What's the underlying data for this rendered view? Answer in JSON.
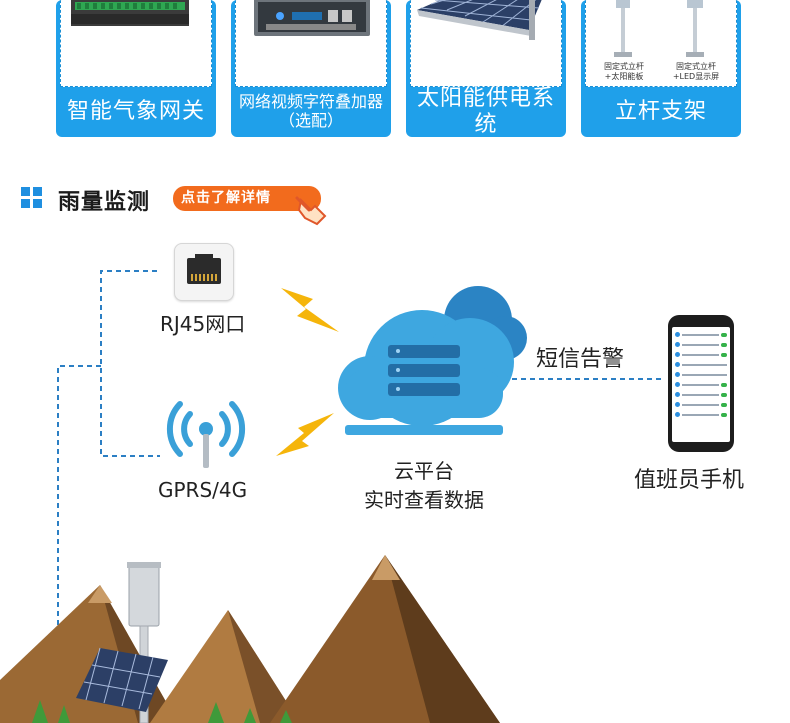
{
  "products": [
    {
      "label": "智能气象网关",
      "icon": "gateway-device-image"
    },
    {
      "label": "网络视频字符叠加器（选配）",
      "icon": "video-overlay-device-image"
    },
    {
      "label": "太阳能供电系统",
      "icon": "solar-panel-image"
    },
    {
      "label": "立杆支架",
      "icon": "mounting-pole-image",
      "captions": [
        {
          "line1": "固定式立杆",
          "line2": "+太阳能板"
        },
        {
          "line1": "固定式立杆",
          "line2": "+LED显示屏"
        }
      ]
    }
  ],
  "section": {
    "title": "雨量监测",
    "detail_button": "点击了解详情"
  },
  "diagram": {
    "rj45_label": "RJ45网口",
    "gprs_label": "GPRS/4G",
    "cloud_line1": "云平台",
    "cloud_line2": "实时查看数据",
    "sms_label": "短信告警",
    "phone_label": "值班员手机"
  },
  "colors": {
    "card_blue": "#1fa0ea",
    "cloud_blue": "#3ea7e0",
    "cloud_dark": "#2b84c4",
    "cta_orange": "#f26b1d",
    "lightning": "#f5b50b",
    "mountain_brown": "#8b5a2b",
    "tree_green": "#3f9a3a"
  }
}
